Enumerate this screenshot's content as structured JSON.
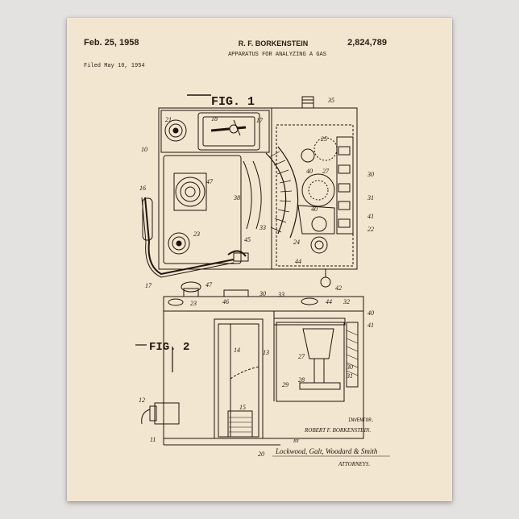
{
  "header": {
    "date": "Feb. 25, 1958",
    "inventor_name": "R. F. BORKENSTEIN",
    "patent_number": "2,824,789",
    "title": "APPARATUS FOR ANALYZING A GAS",
    "filed": "Filed May 10, 1954"
  },
  "figures": {
    "fig1": "FIG. 1",
    "fig2": "FIG. 2"
  },
  "signature": {
    "inventor_label": "INVENTOR.",
    "inventor_name": "ROBERT F. BORKENSTEIN.",
    "by": "BY",
    "firm": "Lockwood, Galt, Woodard & Smith",
    "attorneys": "ATTORNEYS."
  },
  "reference_numerals": {
    "n10": "10",
    "n11": "11",
    "n12": "12",
    "n13": "13",
    "n14": "14",
    "n15": "15",
    "n16": "16",
    "n17": "17",
    "n18": "18",
    "n20": "20",
    "n21": "21",
    "n22": "22",
    "n23": "23",
    "n24": "24",
    "n25": "25",
    "n27": "27",
    "n28": "28",
    "n29": "29",
    "n30": "30",
    "n31": "31",
    "n32": "32",
    "n33": "33",
    "n35": "35",
    "n38": "38",
    "n40": "40",
    "n41": "41",
    "n42": "42",
    "n44": "44",
    "n45": "45",
    "n46": "46",
    "n47": "47"
  },
  "colors": {
    "paper": "#f3e6d0",
    "ink": "#1f140b",
    "background": "#e4e2e1"
  }
}
